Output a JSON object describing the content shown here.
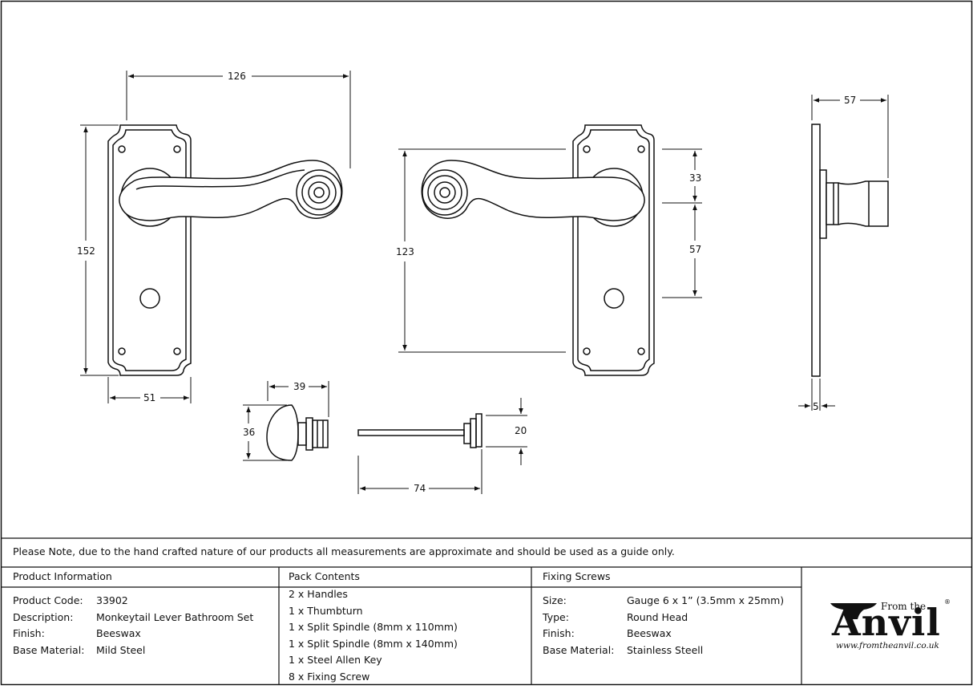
{
  "dimensions": {
    "plate_width": "126",
    "plate_height": "152",
    "plate_base": "51",
    "lever_projection": "123",
    "spindle_to_top": "33",
    "spindle_to_keyhole": "57",
    "side_projection": "57",
    "plate_thickness": "5",
    "thumbturn_depth": "39",
    "thumbturn_diameter": "36",
    "spindle_height": "20",
    "spindle_length": "74"
  },
  "note": "Please Note, due to the hand crafted nature of our products all measurements are approximate and should be used as a guide only.",
  "product_info": {
    "header": "Product Information",
    "rows": [
      {
        "label": "Product Code:",
        "value": "33902"
      },
      {
        "label": "Description:",
        "value": "Monkeytail Lever Bathroom Set"
      },
      {
        "label": "Finish:",
        "value": "Beeswax"
      },
      {
        "label": "Base Material:",
        "value": "Mild Steel"
      }
    ]
  },
  "pack_contents": {
    "header": "Pack Contents",
    "items": [
      "2 x Handles",
      "1 x Thumbturn",
      "1 x Split Spindle (8mm x 110mm)",
      "1 x Split Spindle (8mm x 140mm)",
      "1 x Steel Allen Key",
      "8 x Fixing Screw"
    ]
  },
  "fixing_screws": {
    "header": "Fixing Screws",
    "rows": [
      {
        "label": "Size:",
        "value": "Gauge 6 x 1” (3.5mm x 25mm)"
      },
      {
        "label": "Type:",
        "value": "Round Head"
      },
      {
        "label": "Finish:",
        "value": "Beeswax"
      },
      {
        "label": "Base Material:",
        "value": "Stainless Steell"
      }
    ]
  },
  "logo": {
    "from_the": "From the",
    "brand": "Anvil",
    "registered": "®",
    "url": "www.fromtheanvil.co.uk"
  }
}
